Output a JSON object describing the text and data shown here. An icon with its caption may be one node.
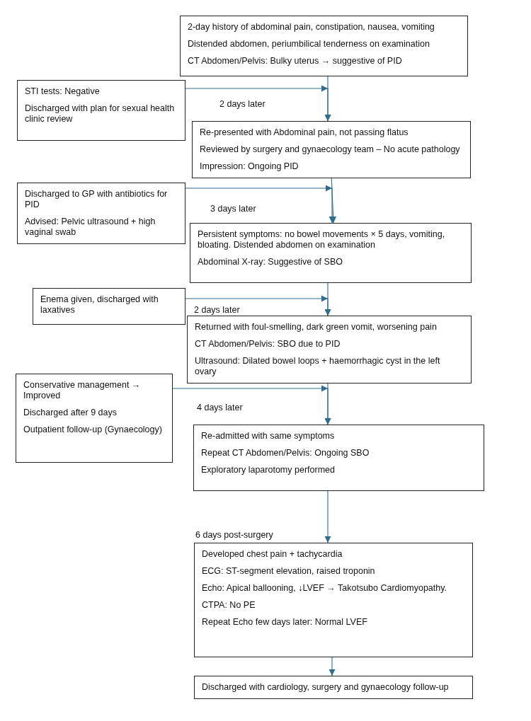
{
  "diagram": {
    "nodes": [
      {
        "text": [
          "2-day history of abdominal pain, constipation, nausea, vomiting",
          "Distended abdomen, periumbilical tenderness on examination",
          "CT Abdomen/Pelvis: Bulky uterus → suggestive of PID"
        ]
      },
      {
        "text": [
          "STI tests: Negative",
          "Discharged with plan for sexual health clinic review"
        ]
      },
      {
        "text": [
          "Re-presented with Abdominal pain, not passing flatus",
          "Reviewed by surgery and gynaecology team – No acute pathology",
          "Impression: Ongoing PID"
        ]
      },
      {
        "text": [
          "Discharged to GP with antibiotics for PID",
          "Advised: Pelvic ultrasound + high vaginal swab"
        ]
      },
      {
        "text": [
          "Persistent symptoms: no bowel movements × 5 days, vomiting, bloating. Distended abdomen on examination",
          "Abdominal X-ray: Suggestive of SBO"
        ]
      },
      {
        "text": [
          "Enema given, discharged with laxatives"
        ]
      },
      {
        "text": [
          "Returned with foul-smelling, dark green vomit, worsening pain",
          "CT Abdomen/Pelvis: SBO due to PID",
          "Ultrasound: Dilated bowel loops + haemorrhagic cyst in the left ovary"
        ]
      },
      {
        "text": [
          "Conservative management → Improved",
          "Discharged after 9 days",
          "Outpatient follow-up (Gynaecology)"
        ]
      },
      {
        "text": [
          "Re-admitted with same symptoms",
          "Repeat CT Abdomen/Pelvis: Ongoing SBO",
          "Exploratory laparotomy performed"
        ]
      },
      {
        "text": [
          "Developed chest pain + tachycardia",
          "ECG: ST-segment elevation, raised troponin",
          "Echo: Apical ballooning, ↓LVEF → Takotsubo Cardiomyopathy.",
          "CTPA: No PE",
          "Repeat Echo few days later: Normal LVEF"
        ]
      },
      {
        "text": [
          "Discharged with cardiology, surgery and gynaecology follow-up"
        ]
      }
    ],
    "edges": [
      {
        "from": 0,
        "to": 2,
        "arrow": "to"
      },
      {
        "from": 1,
        "to": 2,
        "arrow": "to"
      },
      {
        "from": 2,
        "to": 4,
        "arrow": "to"
      },
      {
        "from": 3,
        "to": 4,
        "arrow": "to"
      },
      {
        "from": 4,
        "to": 6,
        "arrow": "to"
      },
      {
        "from": 5,
        "to": 6,
        "arrow": "to"
      },
      {
        "from": 6,
        "to": 8,
        "arrow": "to"
      },
      {
        "from": 7,
        "to": 8,
        "arrow": "to"
      },
      {
        "from": 8,
        "to": 9,
        "arrow": "to"
      },
      {
        "from": 9,
        "to": 10,
        "arrow": "to"
      }
    ],
    "labels": [
      "2 days later",
      "3 days later",
      "2 days later",
      "4 days later",
      "6 days post-surgery"
    ]
  }
}
